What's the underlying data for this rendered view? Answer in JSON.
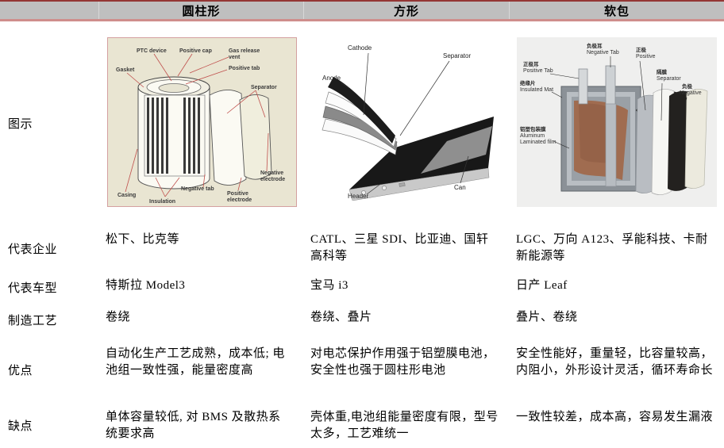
{
  "table": {
    "headers": [
      "圆柱形",
      "方形",
      "软包"
    ],
    "row_labels": [
      "图示",
      "代表企业",
      "代表车型",
      "制造工艺",
      "优点",
      "缺点"
    ],
    "companies": [
      "松下、比克等",
      "CATL、三星 SDI、比亚迪、国轩高科等",
      "LGC、万向 A123、孚能科技、卡耐新能源等"
    ],
    "models": [
      "特斯拉 Model3",
      "宝马 i3",
      "日产 Leaf"
    ],
    "process": [
      "卷绕",
      "卷绕、叠片",
      "叠片、卷绕"
    ],
    "pros": [
      "自动化生产工艺成熟，成本低; 电池组一致性强，能量密度高",
      "对电芯保护作用强于铝塑膜电池，安全性也强于圆柱形电池",
      "安全性能好，重量轻，比容量较高，内阻小，外形设计灵活，循环寿命长"
    ],
    "cons": [
      "单体容量较低, 对 BMS 及散热系统要求高",
      "壳体重,电池组能量密度有限，型号太多，工艺难统一",
      "一致性较差，成本高，容易发生漏液"
    ]
  },
  "colors": {
    "header_bg": "#bfbfbf",
    "top_border": "#943634",
    "accent_border": "#cf8e8c",
    "cyl_panel_bg": "#e9e5d2",
    "leader_red": "#c0504d"
  },
  "diagrams": {
    "cylindrical": {
      "ptc_device": "PTC device",
      "positive_cap": "Positive cap",
      "gas_release_1": "Gas release",
      "gas_release_2": "vent",
      "positive_tab": "Positive tab",
      "gasket": "Gasket",
      "separator": "Separator",
      "negative_electrode_1": "Negative",
      "negative_electrode_2": "electrode",
      "negative_tab": "Negative tab",
      "positive_electrode_1": "Positive",
      "positive_electrode_2": "electrode",
      "casing": "Casing",
      "insulation": "Insulation"
    },
    "prismatic": {
      "cathode": "Cathode",
      "separator": "Separator",
      "anode": "Anode",
      "can": "Can",
      "header": "Header"
    },
    "pouch": {
      "negative_tab_cn": "负极耳",
      "negative_tab_en": "Negative Tab",
      "positive_tab_cn": "正极耳",
      "positive_tab_en": "Positive Tab",
      "insulated_mat_cn": "绝缘片",
      "insulated_mat_en": "Insulated Mat",
      "aluminum_cn": "铝塑包装膜",
      "aluminum_en_1": "Aluminum",
      "aluminum_en_2": "Laminated film",
      "positive_cn": "正极",
      "positive_en": "Positive",
      "separator_cn": "隔膜",
      "separator_en": "Separator",
      "negative_cn": "负极",
      "negative_en": "Negative"
    }
  }
}
